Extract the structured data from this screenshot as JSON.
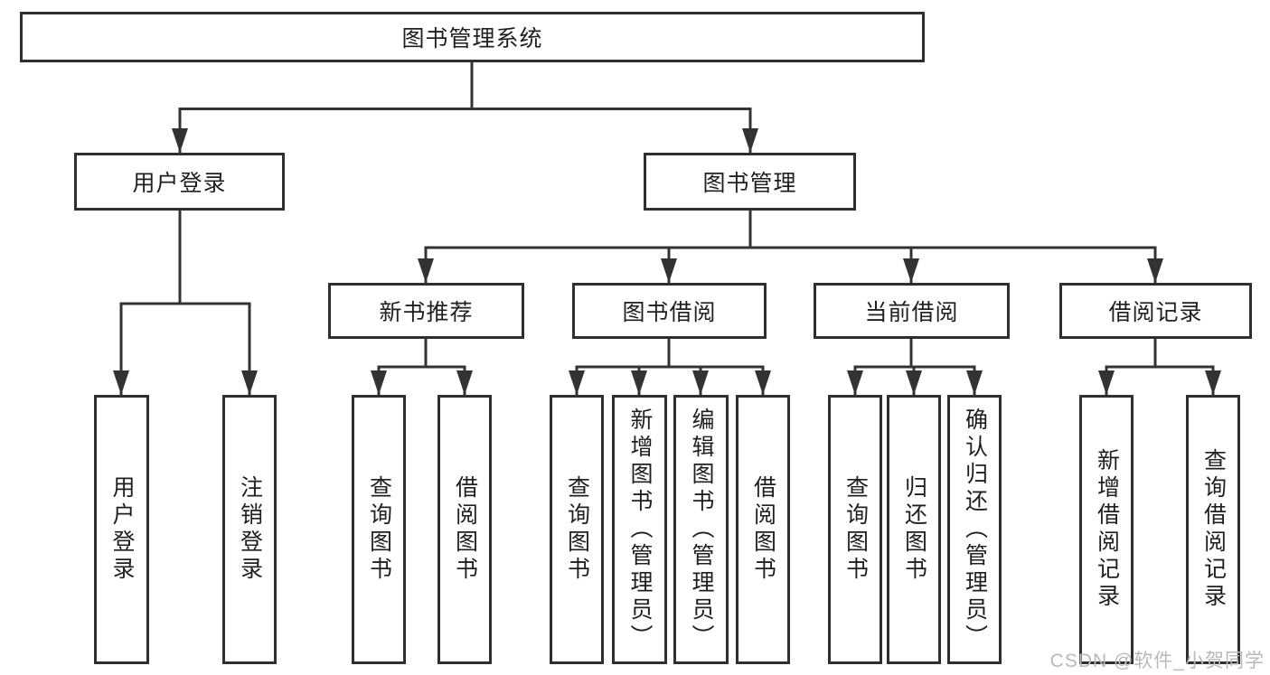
{
  "diagram": {
    "root": {
      "label": "图书管理系统"
    },
    "level2": [
      {
        "label": "用户登录"
      },
      {
        "label": "图书管理"
      }
    ],
    "level3": [
      {
        "label": "新书推荐"
      },
      {
        "label": "图书借阅"
      },
      {
        "label": "当前借阅"
      },
      {
        "label": "借阅记录"
      }
    ],
    "leaves": [
      {
        "label": "用户登录"
      },
      {
        "label": "注销登录"
      },
      {
        "label": "查询图书"
      },
      {
        "label": "借阅图书"
      },
      {
        "label": "查询图书"
      },
      {
        "label": "新增图书（管理员）"
      },
      {
        "label": "编辑图书（管理员）"
      },
      {
        "label": "借阅图书"
      },
      {
        "label": "查询图书"
      },
      {
        "label": "归还图书"
      },
      {
        "label": "确认归还（管理员）"
      },
      {
        "label": "新增借阅记录"
      },
      {
        "label": "查询借阅记录"
      }
    ]
  },
  "watermark": {
    "text": "CSDN @软件_小贺同学"
  },
  "colors": {
    "background": "#ffffff",
    "line": "#333333",
    "box_border": "#2f2f2f",
    "text": "#1f1f1f",
    "watermark": "#b9b9b9"
  }
}
